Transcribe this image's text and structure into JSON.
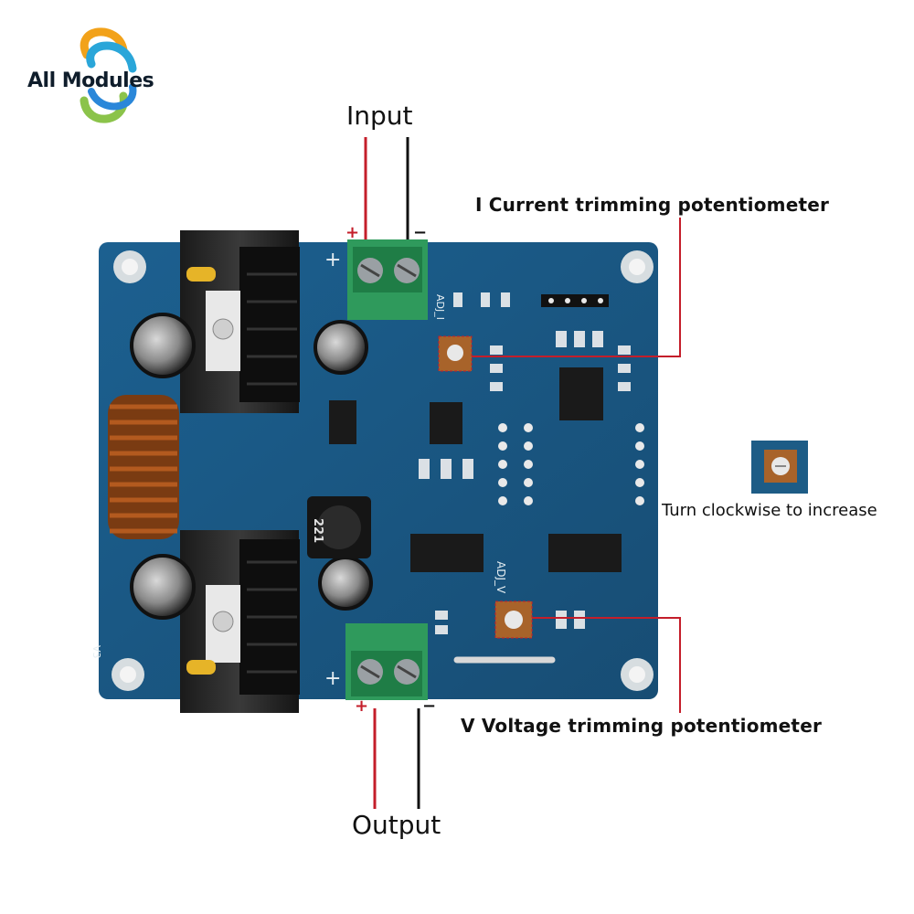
{
  "logo": {
    "text": "All Modules"
  },
  "labels": {
    "input": "Input",
    "output": "Output",
    "current_pot": "I Current trimming potentiometer",
    "voltage_pot": "V Voltage trimming potentiometer",
    "turn_hint": "Turn clockwise to increase"
  },
  "polarity": {
    "in_plus": "+",
    "in_minus": "−",
    "out_plus": "+",
    "out_minus": "−"
  },
  "board_text": {
    "adj_i": "ADJ_I",
    "adj_v": "ADJ_V",
    "inductor_code": "221",
    "left_plus_top": "+",
    "left_plus_bottom": "+",
    "side_code": "V3"
  },
  "colors": {
    "board": "#1d5c86",
    "lead_red": "#c41e2a",
    "lead_black": "#111111",
    "terminal_green": "#2f9a5c"
  }
}
